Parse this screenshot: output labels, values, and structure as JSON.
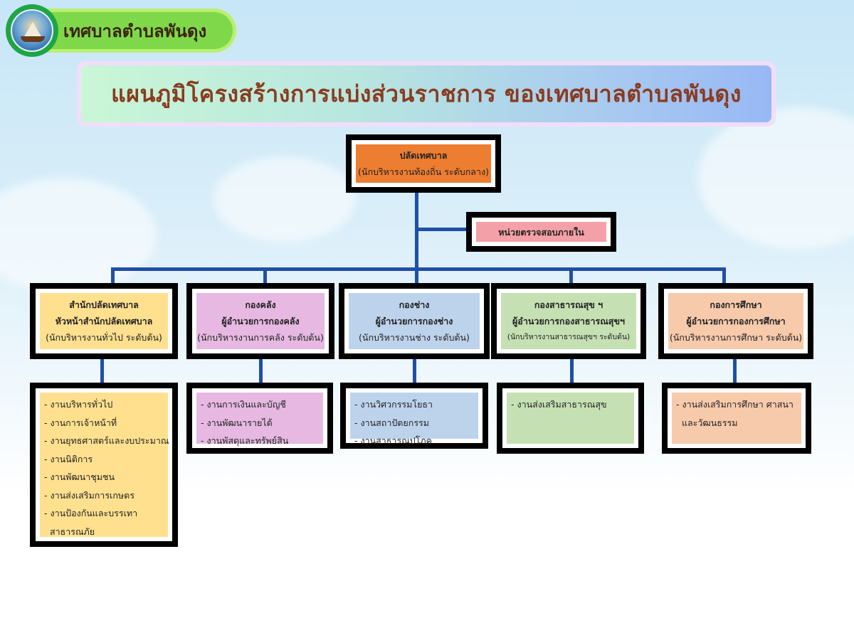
{
  "header": {
    "org_name": "เทศบาลตำบลพันดุง",
    "title": "แผนภูมิโครงสร้างการแบ่งส่วนราชการ  ของเทศบาลตำบลพันดุง"
  },
  "colors": {
    "top": "#ED7D31",
    "audit": "#F4A0A8",
    "line": "#1F4FA6",
    "d1": "#FFE08F",
    "d2": "#E6B8E2",
    "d3": "#BDD3EC",
    "d4": "#C5E0B3",
    "d5": "#F7CAAC"
  },
  "top": {
    "title": "ปลัดเทศบาล",
    "subtitle": "(นักบริหารงานท้องถิ่น ระดับกลาง)"
  },
  "audit": {
    "title": "หน่วยตรวจสอบภายใน"
  },
  "divisions": [
    {
      "name": "สำนักปลัดเทศบาล",
      "head": "หัวหน้าสำนักปลัดเทศบาล",
      "level": "(นักบริหารงานทั่วไป ระดับต้น)",
      "tasks": [
        "- งานบริหารทั่วไป",
        "- งานการเจ้าหน้าที่",
        "- งานยุทธศาสตร์และงบประมาณ",
        "- งานนิติการ",
        "- งานพัฒนาชุมชน",
        "- งานส่งเสริมการเกษตร",
        "- งานป้องกันและบรรเทา",
        "  สาธารณภัย"
      ]
    },
    {
      "name": "กองคลัง",
      "head": "ผู้อำนวยการกองคลัง",
      "level": "(นักบริหารงานการคลัง ระดับต้น)",
      "tasks": [
        "- งานการเงินและบัญชี",
        "- งานพัฒนารายได้",
        "- งานพัสดุและทรัพย์สิน"
      ]
    },
    {
      "name": "กองช่าง",
      "head": "ผู้อำนวยการกองช่าง",
      "level": "(นักบริหารงานช่าง  ระดับต้น)",
      "tasks": [
        "- งานวิศวกรรมโยธา",
        "- งานสถาปัตยกรรม",
        "- งานสาธารณูปโภค"
      ]
    },
    {
      "name": "กองสาธารณสุข ฯ",
      "head": "ผู้อำนวยการกองสาธารณสุขฯ",
      "level": "(นักบริหารงานสาธารณสุขฯ ระดับต้น)",
      "tasks": [
        "- งานส่งเสริมสาธารณสุข"
      ]
    },
    {
      "name": "กองการศึกษา",
      "head": "ผู้อำนวยการกองการศึกษา",
      "level": "(นักบริหารงานการศึกษา ระดับต้น)",
      "tasks": [
        "- งานส่งเสริมการศึกษา ศาสนา",
        "  และวัฒนธรรม"
      ]
    }
  ]
}
